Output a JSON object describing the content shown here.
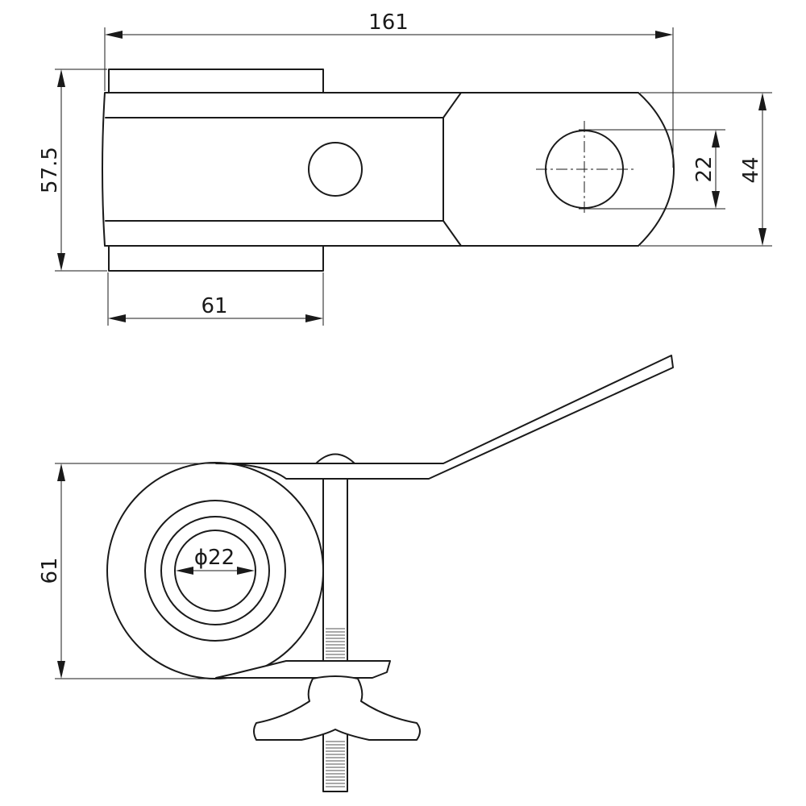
{
  "drawing": {
    "top_view": {
      "dim_overall_length": "161",
      "dim_jaw_width": "61",
      "dim_jaw_height": "57.5",
      "dim_strap_width": "44",
      "dim_hole_diameter": "22"
    },
    "side_view": {
      "dim_wheel_height": "61",
      "dim_bore_diameter": "ϕ22"
    }
  }
}
